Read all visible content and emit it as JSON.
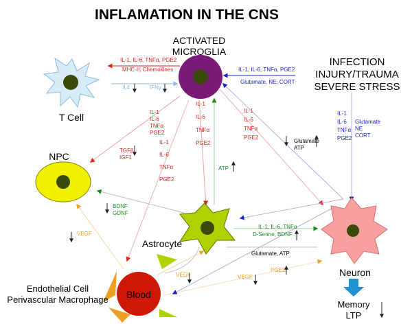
{
  "title": "INFLAMATION IN THE CNS",
  "nodes": {
    "microglia": "ACTIVATED\nMICROGLIA",
    "tcell": "T Cell",
    "npc": "NPC",
    "astrocyte": "Astrocyte",
    "neuron": "Neuron",
    "blood": "Blood",
    "endothelial": "Endothelial Cell\nPerivascular Macrophage",
    "infection": "INFECTION\nINJURY/TRAUMA\nSEVERE STRESS",
    "memory": "Memory\nLTP"
  },
  "labels": {
    "mg_to_t": "IL-1, IL-6, TNFα, PGE2",
    "mhc": "MHC-II, Chemokines",
    "il4": "IL4",
    "ifn": "IFNγ",
    "inf_to_mg": "IL-1, IL-6, TNFα, PGE2",
    "glut_ne": "Glutamate, NE, CORT",
    "inf_col": "IL-1\nIL-6\nTNFα\nPGE2",
    "inf_col2": "Glutamate\nNE\nCORT",
    "npc_col1": "IL-1\nIL-6\nTNFα\nPGE2",
    "tgf": "TGFβ\nIGF1",
    "npc_col2": "IL-1\nIL-6\nTNFα\nPGE2",
    "ast_col": "IL-1\nIL-6\nTNFα\nPGE2",
    "atp_up": "ATP",
    "neu_col": "IL-1\nIL-6\nTNFα\nPGE2",
    "igf": "IGF1\nBDNF",
    "glut_atp": "Glutamate\nATP",
    "bdnf": "BDNF\nGDNF",
    "blood_col": "IL-1\nIL-6\nTNFα\nPGE2",
    "vegf_left": "VEGF",
    "ast_to_neu": "IL-1, IL-6, TNFα",
    "dserine": "D-Serine, BDNF",
    "glut_atp2": "Glutamate, ATP",
    "vegf_b1": "VEGF",
    "vegf_b2": "VEGF",
    "pge2_b": "PGE2"
  },
  "colors": {
    "red": "#e0201a",
    "blue": "#1a22c8",
    "green": "#1a8a1a",
    "orange": "#f0a020",
    "lightblue": "#8ab8e0",
    "microglia": "#7a1a78",
    "nucleus": "#3a4a0a",
    "tcell": "#d8ecf8",
    "npc": "#f0f000",
    "astrocyte": "#b0d000",
    "neuron": "#f8a0a0",
    "blood": "#d01808",
    "memory_arrow": "#2090d0"
  }
}
